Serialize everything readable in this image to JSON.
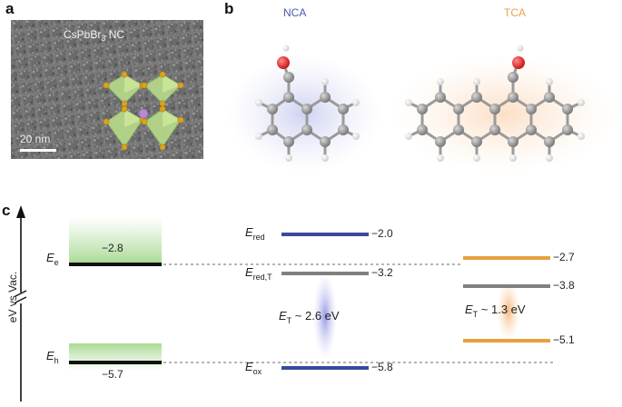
{
  "panels": {
    "a": {
      "letter": "a",
      "label_main": "CsPbBr",
      "label_sub": "3",
      "label_end": " NC",
      "scale_bar": "20 nm"
    },
    "b": {
      "letter": "b",
      "molecules": [
        {
          "name": "NCA",
          "color": "#4a5aa8"
        },
        {
          "name": "TCA",
          "color": "#e8a04a"
        }
      ]
    },
    "c": {
      "letter": "c",
      "y_axis_label": "eV vs Vac.",
      "perovskite": {
        "Ee_name": "E",
        "Ee_sub": "e",
        "Ee_value": "−2.8",
        "Eh_name": "E",
        "Eh_sub": "h",
        "Eh_value": "−5.7",
        "band_color": "#9ed08a"
      },
      "NCA": {
        "color": "#3a4a9a",
        "Ered_name": "E",
        "Ered_sub": "red",
        "Ered_value": "−2.0",
        "EredT_name": "E",
        "EredT_sub": "red,T",
        "EredT_value": "−3.2",
        "Eox_name": "E",
        "Eox_sub": "ox",
        "Eox_value": "−5.8",
        "ET_name": "E",
        "ET_sub": "T",
        "ET_text": " ~ 2.6 eV"
      },
      "TCA": {
        "color": "#e8a040",
        "top_value": "−2.7",
        "triplet_value": "−3.8",
        "bottom_value": "−5.1",
        "ET_name": "E",
        "ET_sub": "T",
        "ET_text": " ~ 1.3 eV"
      }
    }
  },
  "colors": {
    "triplet_gray": "#808080",
    "dotted": "#b5b5b5",
    "black": "#111111"
  }
}
